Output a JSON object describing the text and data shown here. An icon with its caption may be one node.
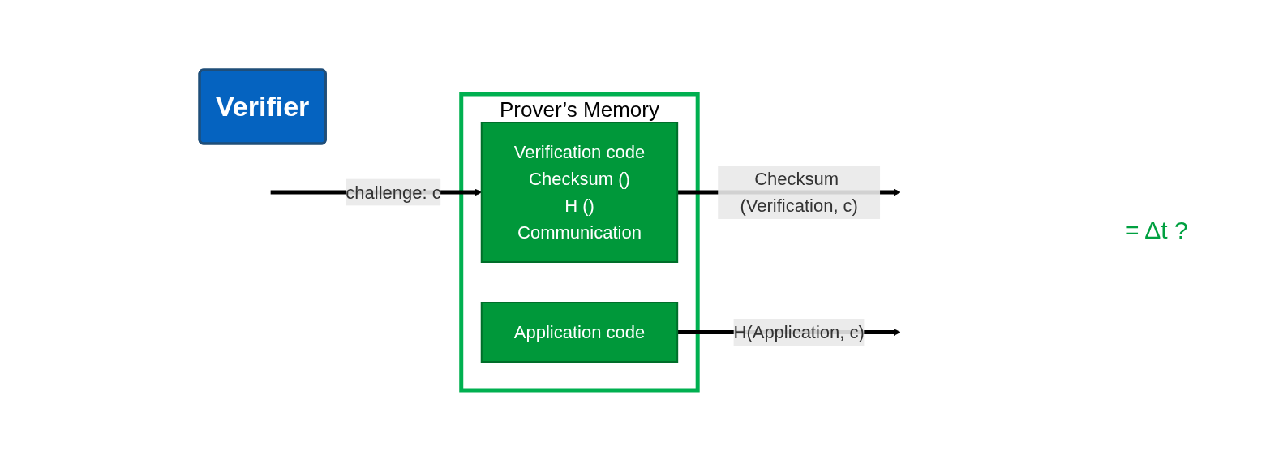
{
  "diagram": {
    "nodes": [
      {
        "text": [
          "Prover’s Memory"
        ]
      },
      {
        "text": [
          "Verification code",
          "Checksum ()",
          "H ()",
          "Communication"
        ],
        "in": 0
      },
      {
        "text": [
          "Application code"
        ],
        "in": 0
      },
      {
        "text": [
          "Verifier"
        ]
      }
    ],
    "edges": [
      {
        "from": null,
        "to": 1,
        "arrow": "to",
        "label": "challenge: c"
      },
      {
        "from": 1,
        "to": null,
        "arrow": "to",
        "label": "Checksum (Verification, c)"
      },
      {
        "from": 2,
        "to": null,
        "arrow": "to",
        "label": "H(Application, c)"
      }
    ],
    "labels": [
      "= Δt ?"
    ]
  }
}
